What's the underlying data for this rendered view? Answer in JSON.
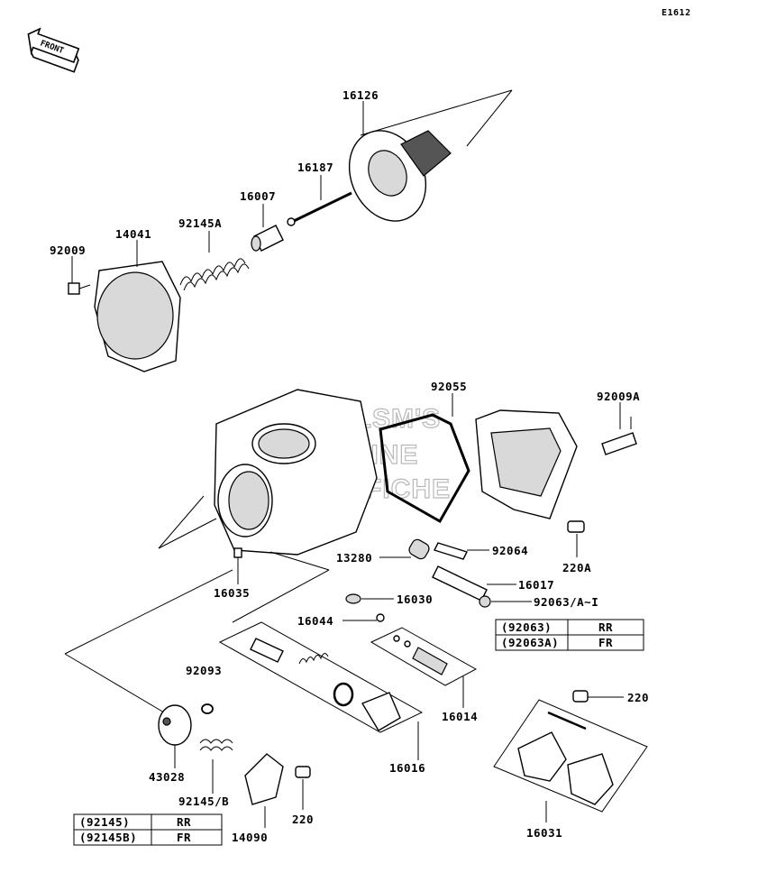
{
  "diagram_code": "E1612",
  "front_label": "FRONT",
  "watermark": [
    "HELSM'S",
    "ONLINE",
    "MICROFICHE"
  ],
  "parts": {
    "p16126": "16126",
    "p16187": "16187",
    "p16007": "16007",
    "p92145A": "92145A",
    "p14041": "14041",
    "p92009": "92009",
    "p92055": "92055",
    "p92009A": "92009A",
    "p92064": "92064",
    "p13280": "13280",
    "p16017": "16017",
    "p220A": "220A",
    "p16035": "16035",
    "p16030": "16030",
    "p92063": "92063/A~I",
    "p16044": "16044",
    "p92093": "92093",
    "p16014": "16014",
    "p220a": "220",
    "p43028": "43028",
    "p16016": "16016",
    "p92145B": "92145/B",
    "p14090": "14090",
    "p220b": "220",
    "p16031": "16031"
  },
  "table_92063": {
    "rows": [
      {
        "part": "(92063)",
        "code": "RR"
      },
      {
        "part": "(92063A)",
        "code": "FR"
      }
    ]
  },
  "table_92145": {
    "rows": [
      {
        "part": "(92145)",
        "code": "RR"
      },
      {
        "part": "(92145B)",
        "code": "FR"
      }
    ]
  }
}
